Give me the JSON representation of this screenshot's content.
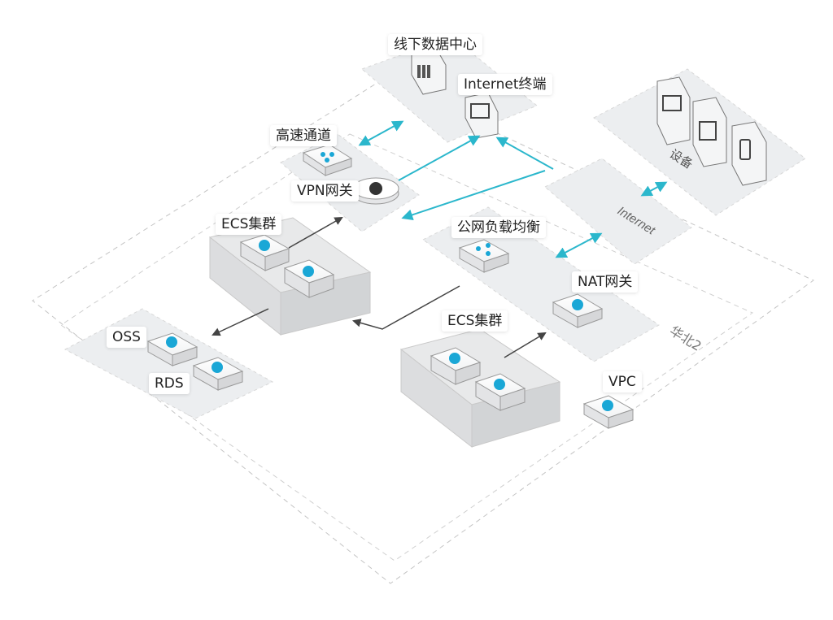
{
  "labels": {
    "offline_dc": "线下数据中心",
    "internet_terminal": "Internet终端",
    "express_connect": "高速通道",
    "vpn_gateway": "VPN网关",
    "devices": "设备",
    "internet": "Internet",
    "ecs_cluster_top": "ECS集群",
    "slb": "公网负载均衡",
    "nat_gateway": "NAT网关",
    "oss": "OSS",
    "rds": "RDS",
    "ecs_cluster_bottom": "ECS集群",
    "region": "华北2",
    "vpc": "VPC"
  },
  "colors": {
    "cyan_link": "#2bb7cc",
    "dark_link": "#444444",
    "icon_blue": "#1aa7d6",
    "zone_fill": "#eef0f2",
    "dashed": "#bcbcbc"
  },
  "icons": {
    "express_connect": "network-nodes-icon",
    "vpn_gateway": "globe-key-icon",
    "slb": "share-nodes-icon",
    "nat_gateway": "nat-arrows-icon",
    "oss": "cloud-upload-icon",
    "rds": "database-cloud-icon",
    "ecs": "server-cloud-icon",
    "vpc": "cloud-network-icon",
    "monitor": "monitor-icon",
    "printer": "printer-icon",
    "phone": "phone-icon",
    "datacenter": "datacenter-building-icon"
  }
}
